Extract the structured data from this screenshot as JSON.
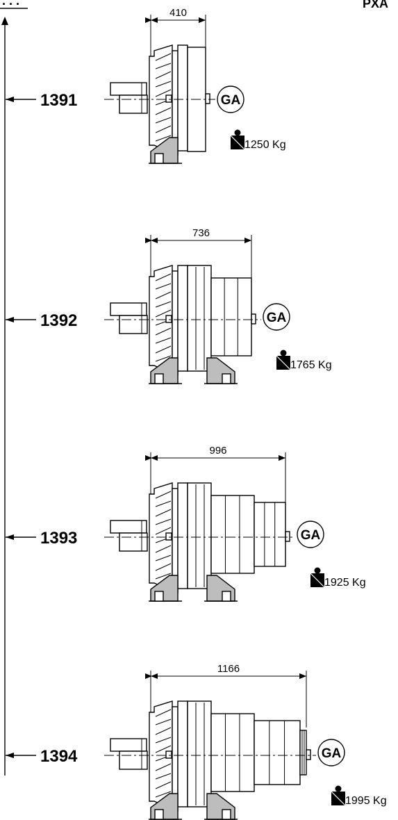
{
  "header": {
    "code": "PXA",
    "ellipsis": ". . ."
  },
  "units": [
    {
      "code": "1391",
      "length": "410",
      "mounting": "GA",
      "weight": "1250 Kg",
      "stages": 1
    },
    {
      "code": "1392",
      "length": "736",
      "mounting": "GA",
      "weight": "1765 Kg",
      "stages": 2
    },
    {
      "code": "1393",
      "length": "996",
      "mounting": "GA",
      "weight": "1925 Kg",
      "stages": 3
    },
    {
      "code": "1394",
      "length": "1166",
      "mounting": "GA",
      "weight": "1995 Kg",
      "stages": 4
    }
  ],
  "icons": {
    "weight": "weight-icon",
    "mounting": "ga-circle-icon",
    "arrow": "arrow-up-icon"
  }
}
